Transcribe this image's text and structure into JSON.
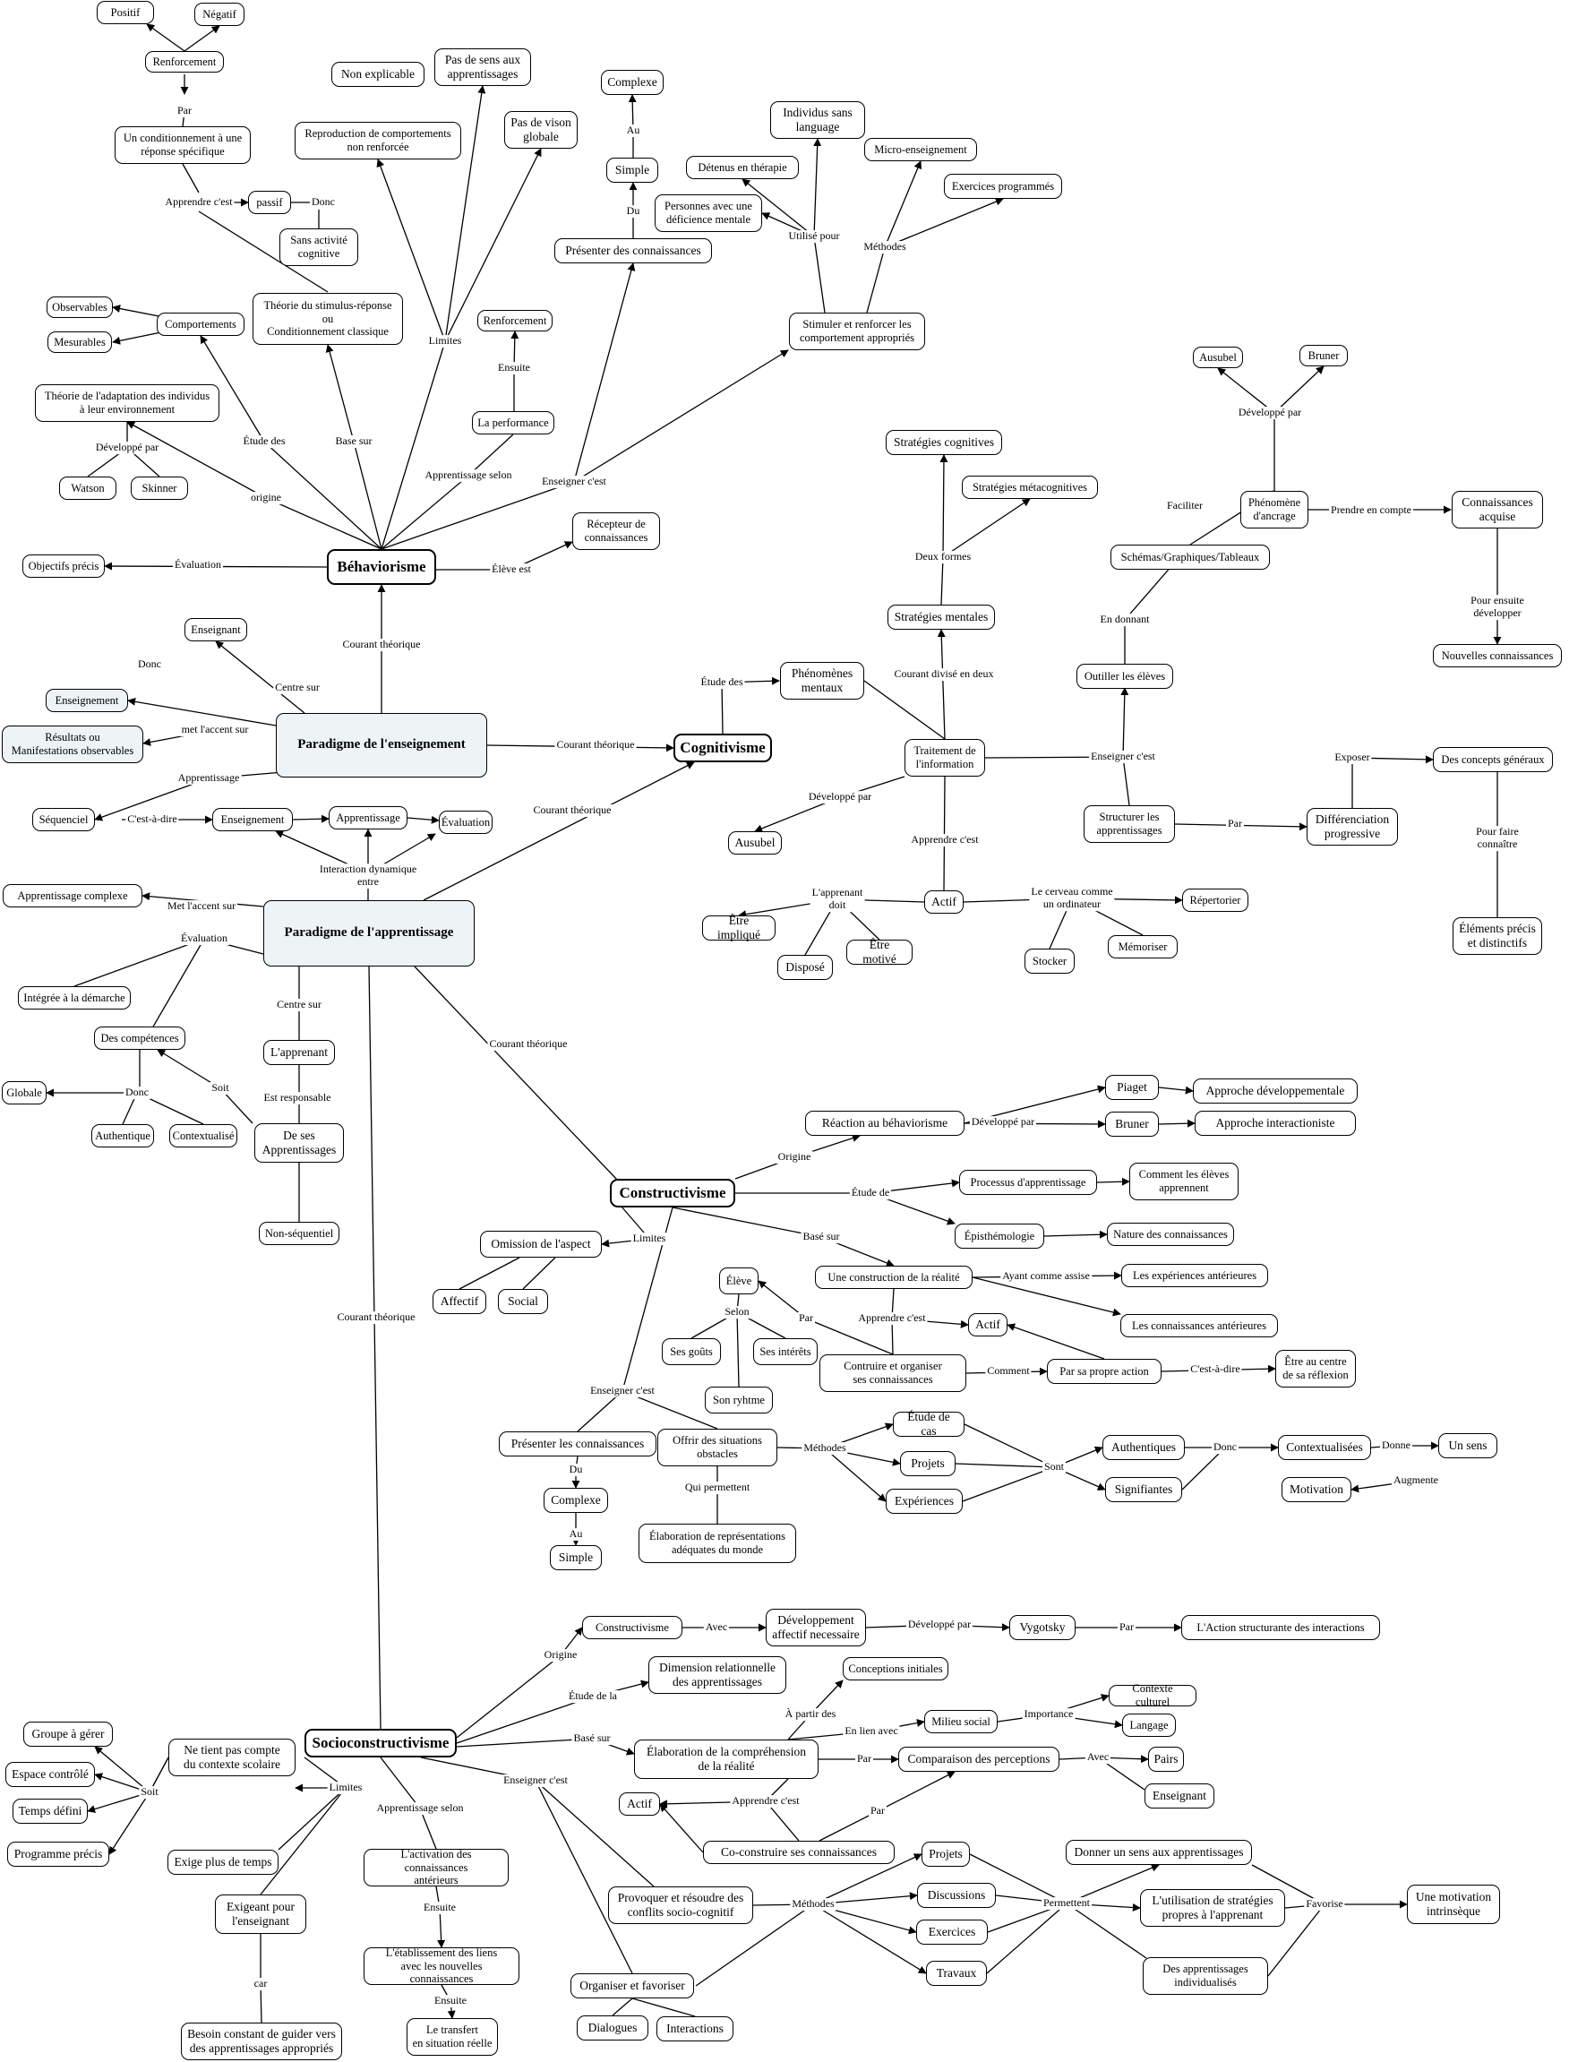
{
  "nodes": {
    "beh": "Béhaviorisme",
    "pens": "Paradigme de l'enseignement",
    "papp": "Paradigme de l'apprentissage",
    "cog": "Cognitivisme",
    "cons": "Constructivisme",
    "soc": "Socioconstructivisme",
    "positif": "Positif",
    "negatif": "Négatif",
    "renf1": "Renforcement",
    "condrep": "Un conditionnement à une\nréponse spécifique",
    "passif": "passif",
    "sansact": "Sans activité\ncognitive",
    "theostim": "Théorie du stimulus-réponse\nou\nConditionnement classique",
    "nonexpl": "Non explicable",
    "repro": "Reproduction de comportements\nnon renforcée",
    "passens": "Pas de sens aux\napprentissages",
    "pasvis": "Pas de vison\nglobale",
    "comport": "Comportements",
    "observ": "Observables",
    "mesur": "Mesurables",
    "theoadapt": "Théorie de l'adaptation des individus\nà leur environnement",
    "watson": "Watson",
    "skinner": "Skinner",
    "objprec": "Objectifs précis",
    "renf2": "Renforcement",
    "perf": "La performance",
    "recept": "Récepteur de\nconnaissances",
    "complexe1": "Complexe",
    "simple1": "Simple",
    "presconn1": "Présenter des connaissances",
    "indiv": "Individus sans\nlanguage",
    "detenus": "Détenus en thérapie",
    "microens": "Micro-enseignement",
    "exprog": "Exercices programmés",
    "persdef": "Personnes avec une\ndéficience mentale",
    "stimrenf": "Stimuler et renforcer les\ncomportement appropriés",
    "enseignant1": "Enseignant",
    "enseignement1": "Enseignement",
    "resultats": "Résultats ou\nManifestations observables",
    "sequentiel": "Séquenciel",
    "enseignement2": "Enseignement",
    "apprentissage1": "Apprentissage",
    "evaluation1": "Évaluation",
    "appcomplexe": "Apprentissage complexe",
    "integree": "Intégrée à la démarche",
    "descomp": "Des compétences",
    "globale": "Globale",
    "authentique1": "Authentique",
    "contextualise1": "Contextualisé",
    "lapprenant": "L'apprenant",
    "desesapp": "De ses\nApprentissages",
    "nonseq": "Non-séquentiel",
    "phenment": "Phénomènes\nmentaux",
    "stratcog": "Stratégies cognitives",
    "stratmeta": "Stratégies métacognitives",
    "stratment": "Stratégies mentales",
    "traitinfo": "Traitement de\nl'information",
    "ausubel1": "Ausubel",
    "actif1": "Actif",
    "etreimp": "Être impliqué",
    "dispose": "Disposé",
    "etremot": "Être motivé",
    "repertorier": "Répertorier",
    "stocker": "Stocker",
    "memoriser": "Mémoriser",
    "ausubel2": "Ausubel",
    "bruner1": "Bruner",
    "phenanc": "Phénomène\nd'ancrage",
    "connacq": "Connaissances\nacquise",
    "schemas": "Schémas/Graphiques/Tableaux",
    "nouvconn": "Nouvelles connaissances",
    "outiller": "Outiller les élèves",
    "structurer": "Structurer les\napprentissages",
    "diffprog": "Différenciation\nprogressive",
    "conceptsgen": "Des concepts généraux",
    "elemprec": "Éléments précis\net distinctifs",
    "reaction": "Réaction au béhaviorisme",
    "piaget": "Piaget",
    "bruner2": "Bruner",
    "approdev": "Approche développementale",
    "approinter": "Approche interactioniste",
    "processus": "Processus d'apprentissage",
    "commentles": "Comment les élèves\napprennent",
    "epistemo": "Épisthémologie",
    "natureconn": "Nature des connaissances",
    "omission": "Omission de l'aspect",
    "affectif": "Affectif",
    "social": "Social",
    "construction": "Une construction de la réalité",
    "expant": "Les expériences antérieures",
    "connant": "Les connaissances antérieures",
    "eleve": "Élève",
    "sesgouts": "Ses goûts",
    "sesinterets": "Ses intérêts",
    "sonrythme": "Son ryhtme",
    "actif2": "Actif",
    "contruire": "Contruire et organiser\nses connaissances",
    "parsapropre": "Par sa propre action",
    "etreaucentre": "Être au centre\nde sa réflexion",
    "presconn2": "Présenter les connaissances",
    "offrir": "Offrir des situations\nobstacles",
    "complexe2": "Complexe",
    "simple2": "Simple",
    "elabrep": "Élaboration de représentations\nadéquates du monde",
    "etudecas": "Étude de cas",
    "projets1": "Projets",
    "experiences": "Expériences",
    "authentiques": "Authentiques",
    "signifiantes": "Signifiantes",
    "contextualisees": "Contextualisées",
    "unsens": "Un sens",
    "motivation": "Motivation",
    "constructivisme2": "Constructivisme",
    "devaff": "Développement\naffectif necessaire",
    "vygotsky": "Vygotsky",
    "laction": "L'Action structurante des interactions",
    "dimrel": "Dimension relationnelle\ndes apprentissages",
    "concinit": "Conceptions initiales",
    "milieusoc": "Milieu social",
    "contexcult": "Contexte culturel",
    "langage": "Langage",
    "elabcomp": "Élaboration de la compréhension\nde la réalité",
    "comparaison": "Comparaison des perceptions",
    "pairs": "Pairs",
    "enseignant2": "Enseignant",
    "actif3": "Actif",
    "coconstruire": "Co-construire ses connaissances",
    "groupe": "Groupe à gérer",
    "espace": "Espace contrôlé",
    "temps": "Temps défini",
    "programme": "Programme précis",
    "netient": "Ne tient pas compte\ndu contexte scolaire",
    "exigeplus": "Exige plus de temps",
    "exigeant": "Exigeant pour\nl'enseignant",
    "besoin": "Besoin constant de guider vers\ndes apprentissages appropriés",
    "activation": "L'activation des connaissances\nantérieurs",
    "etabliss": "L'établissement des liens\navec les nouvelles connaissances",
    "transfert": "Le transfert\nen situation réelle",
    "provoquer": "Provoquer et résoudre des\nconflits socio-cognitif",
    "organiser": "Organiser et favoriser",
    "dialogues": "Dialogues",
    "interactions": "Interactions",
    "projets2": "Projets",
    "discussions": "Discussions",
    "exercices": "Exercices",
    "travaux": "Travaux",
    "donnersens": "Donner un sens aux apprentissages",
    "lutilisation": "L'utilisation de stratégies\npropres à l'apprenant",
    "desapp": "Des apprentissages\nindividualisés",
    "unemotiv": "Une motivation\nintrinsèque"
  },
  "labels": {
    "par1": "Par",
    "apprendre1": "Apprendre c'est",
    "donc1": "Donc",
    "limites1": "Limites",
    "etudedes1": "Étude des",
    "basesur1": "Base sur",
    "developpe1": "Développé par",
    "origine1": "origine",
    "evaluation_lbl": "Évaluation",
    "appselon1": "Apprentissage selon",
    "ensuite1": "Ensuite",
    "enseigner1": "Enseigner c'est",
    "eleveest": "Élève est",
    "au1": "Au",
    "du1": "Du",
    "utilise": "Utilisé pour",
    "methodes1": "Méthodes",
    "courant1": "Courant théorique",
    "centre1": "Centre sur",
    "donc2": "Donc",
    "metaccent1": "met l'accent sur",
    "apprentissage_lbl": "Apprentissage",
    "cestadire1": "C'est-à-dire",
    "courant2": "Courant théorique",
    "courant3": "Courant théorique",
    "interaction": "Interaction dynamique\nentre",
    "metaccent2": "Met l'accent sur",
    "evaluation2": "Évaluation",
    "donc3": "Donc",
    "soit1": "Soit",
    "centre2": "Centre sur",
    "estresp": "Est responsable",
    "courant4": "Courant théorique",
    "courant5": "Courant théorique",
    "etudedes2": "Étude des",
    "courantdiv": "Courant divisé en deux",
    "deuxformes": "Deux formes",
    "developpe2": "Développé par",
    "apprendre2": "Apprendre c'est",
    "lapprenantdoit": "L'apprenant\ndoit",
    "lecerveau": "Le cerveau comme\nun ordinateur",
    "enseigner2": "Enseigner c'est",
    "endonnant": "En donnant",
    "faciliter": "Faciliter",
    "developpe3": "Développé par",
    "prendre": "Prendre en compte",
    "pourensuite": "Pour ensuite développer",
    "par2": "Par",
    "exposer": "Exposer",
    "pourfaire": "Pour faire\nconnaître",
    "origine2": "Origine",
    "developpe4": "Développé par",
    "etudede": "Étude de",
    "limites2": "Limites",
    "basesur2": "Basé sur",
    "ayantcomme": "Ayant comme assise",
    "selon": "Selon",
    "par3": "Par",
    "apprendre3": "Apprendre c'est",
    "comment": "Comment",
    "cestadire2": "C'est-à-dire",
    "enseigner3": "Enseigner c'est",
    "du2": "Du",
    "au2": "Au",
    "quipermet": "Qui permettent",
    "methodes2": "Méthodes",
    "sont": "Sont",
    "donc4": "Donc",
    "donne": "Donne",
    "augmente": "Augmente",
    "origine3": "Origine",
    "avec1": "Avec",
    "developpe5": "Développé par",
    "par4": "Par",
    "etudedela": "Étude de la",
    "basesur3": "Basé sur",
    "apartir": "À partir des",
    "enlien": "En lien avec",
    "importance": "Importance",
    "par5": "Par",
    "avec2": "Avec",
    "apprendre4": "Apprendre c'est",
    "par6": "Par",
    "soit2": "Soit",
    "limites3": "Limites",
    "car": "car",
    "appselon2": "Apprentissage selon",
    "ensuite2": "Ensuite",
    "ensuite3": "Ensuite",
    "enseigner4": "Enseigner c'est",
    "methodes3": "Méthodes",
    "permettent": "Permettent",
    "favorise": "Favorise"
  }
}
